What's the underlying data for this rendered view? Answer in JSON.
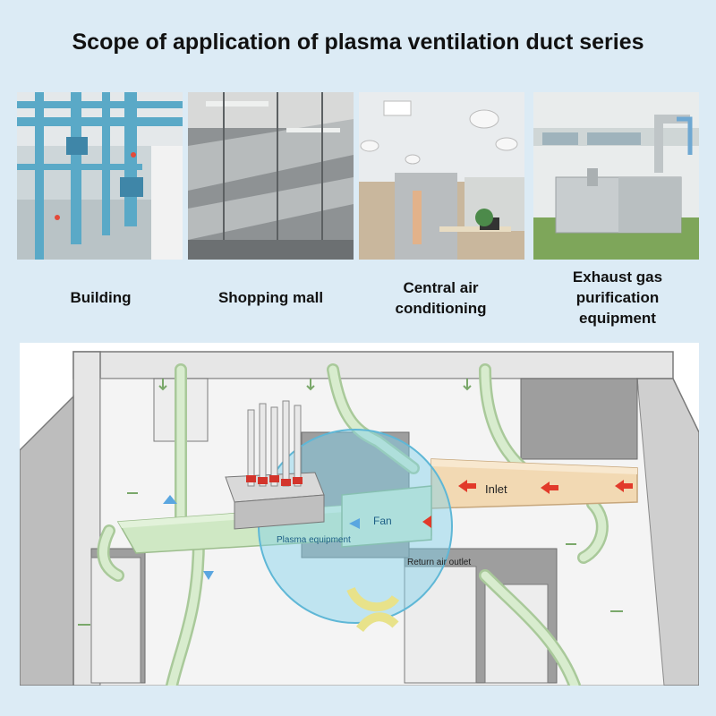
{
  "title": "Scope of application of plasma ventilation duct series",
  "applications": [
    {
      "label": "Building",
      "photo": "building-ceiling-pipes-photo"
    },
    {
      "label": "Shopping mall",
      "photo": "shopping-mall-ducts-photo"
    },
    {
      "label": "Central air conditioning",
      "photo": "office-central-air-photo"
    },
    {
      "label": "Exhaust gas purification equipment",
      "photo": "outdoor-purifier-unit-photo"
    }
  ],
  "diagram": {
    "inlet": "Inlet",
    "fan": "Fan",
    "plasma_equipment": "Plasma equipment",
    "return_air_outlet": "Return air outlet",
    "colors": {
      "duct": "#cfe8c4",
      "inlet_duct": "#f2d9b3",
      "arrow_red": "#e23a2a",
      "bubble": "#7fd0ea"
    }
  }
}
